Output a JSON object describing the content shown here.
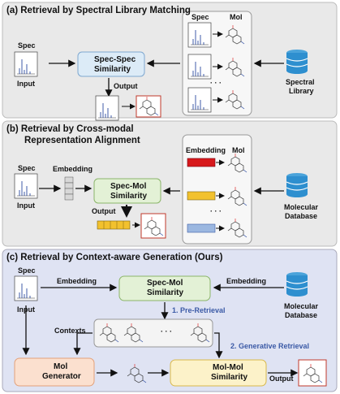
{
  "panel_a": {
    "title": "(a) Retrieval by Spectral Library Matching",
    "spec_label": "Spec",
    "input_label": "Input",
    "similarity_line1": "Spec-Spec",
    "similarity_line2": "Similarity",
    "output_label": "Output",
    "col_spec": "Spec",
    "col_mol": "Mol",
    "ellipsis": "· · ·",
    "db_line1": "Spectral",
    "db_line2": "Library"
  },
  "panel_b": {
    "title_line1": "(b) Retrieval by Cross-modal",
    "title_line2": "Representation Alignment",
    "spec_label": "Spec",
    "embedding_label": "Embedding",
    "input_label": "Input",
    "similarity_line1": "Spec-Mol",
    "similarity_line2": "Similarity",
    "output_label": "Output",
    "col_embedding": "Embedding",
    "col_mol": "Mol",
    "ellipsis": "· · ·",
    "db_line1": "Molecular",
    "db_line2": "Database"
  },
  "panel_c": {
    "title": "(c) Retrieval by Context-aware Generation (Ours)",
    "spec_label": "Spec",
    "embedding_left": "Embedding",
    "embedding_right": "Embedding",
    "input_label": "Input",
    "similarity_line1": "Spec-Mol",
    "similarity_line2": "Similarity",
    "pre_retrieval": "1. Pre-Retrieval",
    "contexts_label": "Contexts",
    "ellipsis": "· · ·",
    "generative_retrieval": "2. Generative Retrieval",
    "generator_line1": "Mol",
    "generator_line2": "Generator",
    "molmol_line1": "Mol-Mol",
    "molmol_line2": "Similarity",
    "output_label": "Output",
    "db_line1": "Molecular",
    "db_line2": "Database"
  },
  "colors": {
    "panel_bg": "#e9e9e9",
    "panel_c_bg": "#dfe3f3",
    "spec_spec_box": "#dcebf7",
    "spec_mol_box": "#e3f1d6",
    "generator_box": "#fbe0cf",
    "molmol_box": "#fcf2c9",
    "db_blue": "#2e8fcf",
    "emb_red": "#d7191c",
    "emb_yellow": "#f2c12e",
    "emb_blue": "#9bb7e0"
  }
}
